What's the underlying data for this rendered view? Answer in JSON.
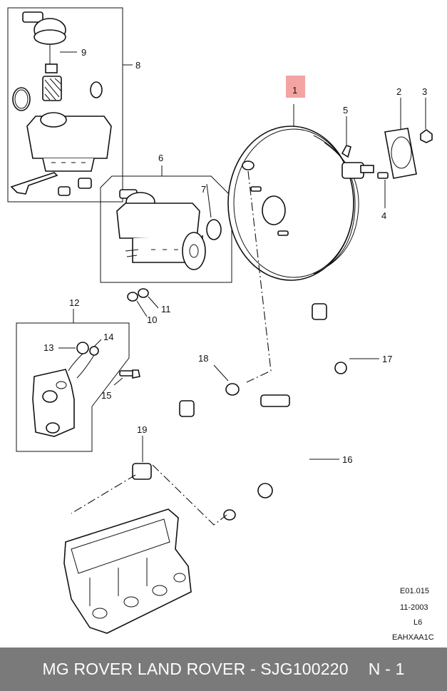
{
  "callouts": {
    "c1": "1",
    "c2": "2",
    "c3": "3",
    "c4": "4",
    "c5": "5",
    "c6": "6",
    "c7": "7",
    "c8": "8",
    "c9": "9",
    "c10": "10",
    "c11": "11",
    "c12": "12",
    "c13": "13",
    "c14": "14",
    "c15": "15",
    "c16": "16",
    "c17": "17",
    "c18": "18",
    "c19": "19"
  },
  "highlight_color": "#f4a3a3",
  "reference": {
    "code": "E01.015",
    "date": "11-2003",
    "variant": "L6",
    "catalog": "EAHXAA1C"
  },
  "footer": {
    "title": "MG ROVER LAND ROVER - SJG100220",
    "page": "N - 1"
  }
}
